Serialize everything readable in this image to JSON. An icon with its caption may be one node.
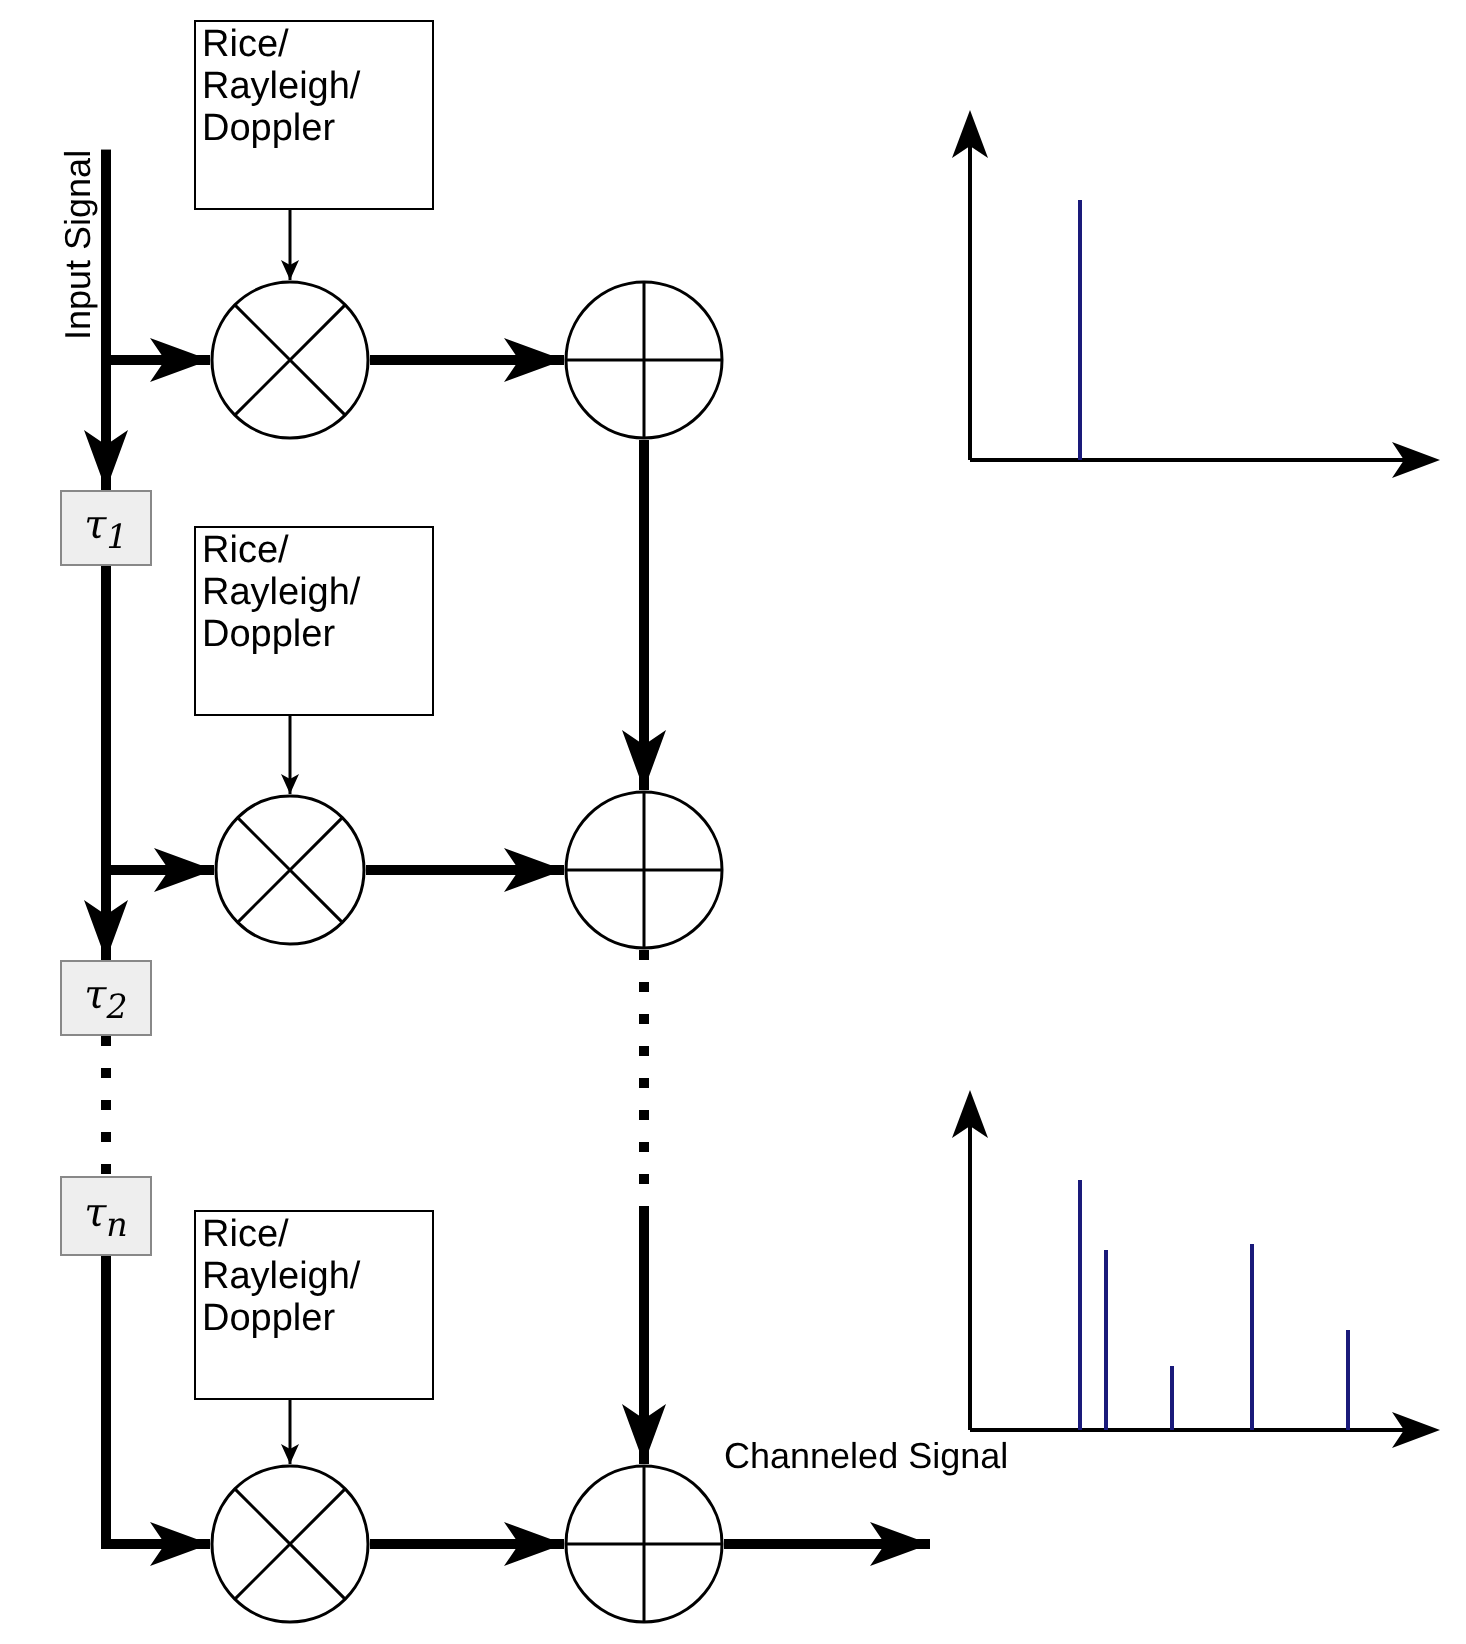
{
  "diagram": {
    "nodes": [
      {
        "text": [
          "Input Signal"
        ]
      },
      {
        "text": [
          "Rice/ Rayleigh/ Doppler"
        ]
      },
      {
        "text": [],
        "shape": "circle"
      },
      {
        "text": [],
        "shape": "circle"
      },
      {
        "text": [
          "τ$_{1}$"
        ]
      },
      {
        "text": [
          "Rice/ Rayleigh/ Doppler"
        ]
      },
      {
        "text": [],
        "shape": "circle"
      },
      {
        "text": [],
        "shape": "circle"
      },
      {
        "text": [
          "τ$_{2}$"
        ]
      },
      {
        "text": [
          "τ$_{n}$"
        ]
      },
      {
        "text": [
          "Rice/ Rayleigh/ Doppler"
        ]
      },
      {
        "text": [],
        "shape": "circle"
      },
      {
        "text": [],
        "shape": "circle"
      }
    ],
    "edges": [
      {
        "from": 0,
        "to": 2,
        "arrow": "to"
      },
      {
        "from": 0,
        "to": 4,
        "arrow": "to"
      },
      {
        "from": 1,
        "to": 2,
        "arrow": "to"
      },
      {
        "from": 2,
        "to": 3,
        "arrow": "to"
      },
      {
        "from": 3,
        "to": 7,
        "arrow": "to"
      },
      {
        "from": 4,
        "to": 6,
        "arrow": "to"
      },
      {
        "from": 4,
        "to": 8,
        "arrow": "to"
      },
      {
        "from": 5,
        "to": 6,
        "arrow": "to"
      },
      {
        "from": 6,
        "to": 7,
        "arrow": "to"
      },
      {
        "from": 8,
        "to": 9,
        "arrow": "none",
        "style": "dashed"
      },
      {
        "from": 9,
        "to": 11,
        "arrow": "to"
      },
      {
        "from": 10,
        "to": 11,
        "arrow": "to"
      },
      {
        "from": 11,
        "to": 12,
        "arrow": "to"
      },
      {
        "from": 7,
        "to": 12,
        "arrow": "to",
        "style": "dashed"
      },
      {
        "from": 12,
        "to": null,
        "arrow": "to",
        "label": "Channeled Signal"
      }
    ]
  }
}
